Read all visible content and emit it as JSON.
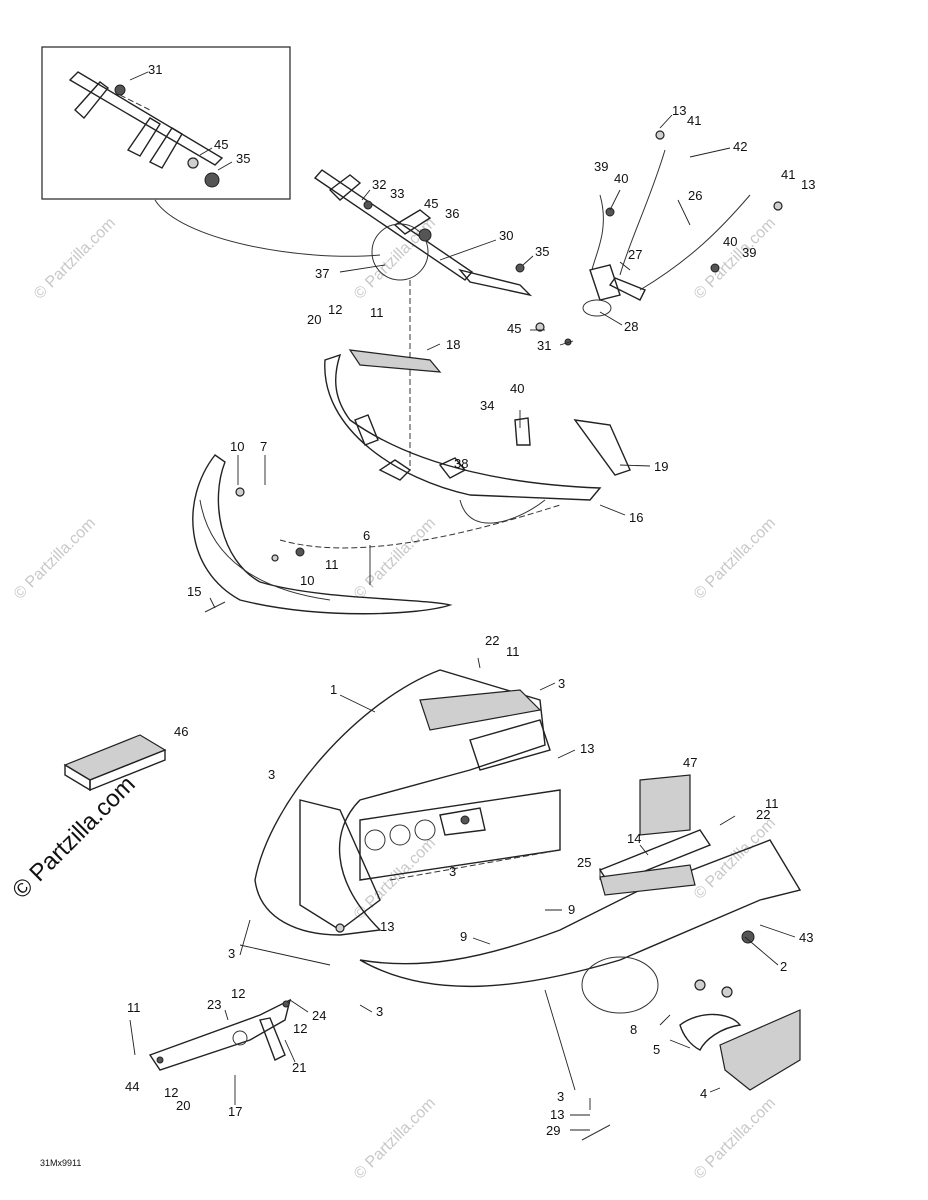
{
  "diagram": {
    "code": "31Mx9911",
    "callouts": [
      "31",
      "45",
      "35",
      "32",
      "33",
      "45",
      "36",
      "30",
      "37",
      "35",
      "45",
      "31",
      "13",
      "41",
      "42",
      "39",
      "40",
      "26",
      "41",
      "13",
      "27",
      "40",
      "39",
      "28",
      "20",
      "12",
      "11",
      "18",
      "34",
      "40",
      "19",
      "10",
      "7",
      "38",
      "16",
      "6",
      "11",
      "10",
      "15",
      "22",
      "11",
      "1",
      "3",
      "46",
      "13",
      "47",
      "3",
      "11",
      "22",
      "14",
      "25",
      "3",
      "43",
      "3",
      "13",
      "9",
      "9",
      "2",
      "3",
      "23",
      "12",
      "11",
      "24",
      "12",
      "8",
      "21",
      "5",
      "44",
      "12",
      "20",
      "17",
      "4",
      "3",
      "13",
      "29"
    ]
  },
  "watermark": {
    "text": "© Partzilla.com",
    "large_text": "© Partzilla.com"
  }
}
